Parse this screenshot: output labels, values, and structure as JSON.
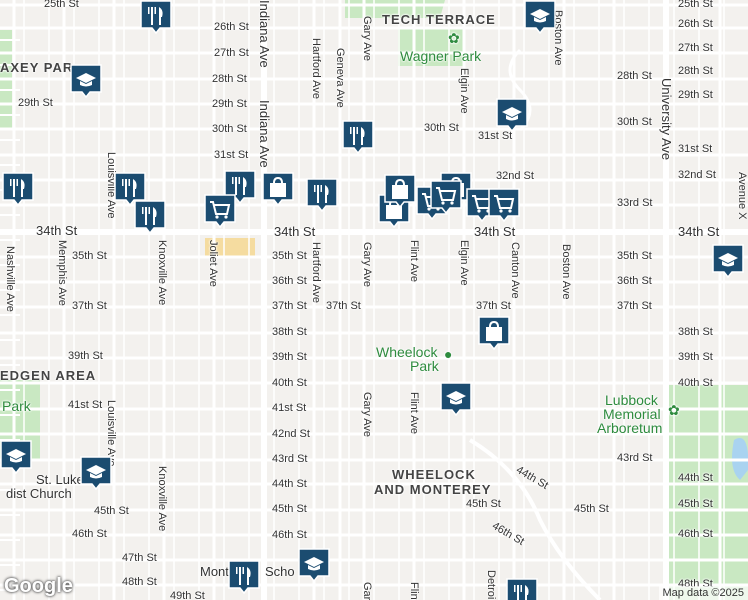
{
  "streets_h": [
    {
      "key": "s25w",
      "text": "25th St"
    },
    {
      "key": "s25e",
      "text": "25th St"
    },
    {
      "key": "s26w",
      "text": "26th St"
    },
    {
      "key": "s26e",
      "text": "26th St"
    },
    {
      "key": "s27w",
      "text": "27th St"
    },
    {
      "key": "s27e",
      "text": "27th St"
    },
    {
      "key": "s28w",
      "text": "28th St"
    },
    {
      "key": "s28c",
      "text": "28th St"
    },
    {
      "key": "s28e",
      "text": "28th St"
    },
    {
      "key": "s29a",
      "text": "29th St"
    },
    {
      "key": "s29w",
      "text": "29th St"
    },
    {
      "key": "s29e",
      "text": "29th St"
    },
    {
      "key": "s30w",
      "text": "30th St"
    },
    {
      "key": "s30c",
      "text": "30th St"
    },
    {
      "key": "s30e",
      "text": "30th St"
    },
    {
      "key": "s31w",
      "text": "31st St"
    },
    {
      "key": "s31c",
      "text": "31st St"
    },
    {
      "key": "s31e",
      "text": "31st St"
    },
    {
      "key": "s32c",
      "text": "32nd St"
    },
    {
      "key": "s32e",
      "text": "32nd St"
    },
    {
      "key": "s33e",
      "text": "33rd St"
    },
    {
      "key": "s34a",
      "text": "34th St"
    },
    {
      "key": "s34b",
      "text": "34th St"
    },
    {
      "key": "s34c",
      "text": "34th St"
    },
    {
      "key": "s34d",
      "text": "34th St"
    },
    {
      "key": "s35a",
      "text": "35th St"
    },
    {
      "key": "s35b",
      "text": "35th St"
    },
    {
      "key": "s35c",
      "text": "35th St"
    },
    {
      "key": "s36b",
      "text": "36th St"
    },
    {
      "key": "s36c",
      "text": "36th St"
    },
    {
      "key": "s37a",
      "text": "37th St"
    },
    {
      "key": "s37b",
      "text": "37th St"
    },
    {
      "key": "s37m",
      "text": "37th St"
    },
    {
      "key": "s37n",
      "text": "37th St"
    },
    {
      "key": "s37c",
      "text": "37th St"
    },
    {
      "key": "s38b",
      "text": "38th St"
    },
    {
      "key": "s38c",
      "text": "38th St"
    },
    {
      "key": "s39a",
      "text": "39th St"
    },
    {
      "key": "s39b",
      "text": "39th St"
    },
    {
      "key": "s39c",
      "text": "39th St"
    },
    {
      "key": "s40b",
      "text": "40th St"
    },
    {
      "key": "s40c",
      "text": "40th St"
    },
    {
      "key": "s41a",
      "text": "41st St"
    },
    {
      "key": "s41b",
      "text": "41st St"
    },
    {
      "key": "s42b",
      "text": "42nd St"
    },
    {
      "key": "s43b",
      "text": "43rd St"
    },
    {
      "key": "s43c",
      "text": "43rd St"
    },
    {
      "key": "s44b",
      "text": "44th St"
    },
    {
      "key": "s44m",
      "text": "44th St"
    },
    {
      "key": "s44c",
      "text": "44th St"
    },
    {
      "key": "s45a",
      "text": "45th St"
    },
    {
      "key": "s45b",
      "text": "45th St"
    },
    {
      "key": "s45m",
      "text": "45th St"
    },
    {
      "key": "s45n",
      "text": "45th St"
    },
    {
      "key": "s45c",
      "text": "45th St"
    },
    {
      "key": "s46a",
      "text": "46th St"
    },
    {
      "key": "s46b",
      "text": "46th St"
    },
    {
      "key": "s46m",
      "text": "46th St"
    },
    {
      "key": "s46c",
      "text": "46th St"
    },
    {
      "key": "s47a",
      "text": "47th St"
    },
    {
      "key": "s48a",
      "text": "48th St"
    },
    {
      "key": "s48c",
      "text": "48th St"
    },
    {
      "key": "s49a",
      "text": "49th St"
    }
  ],
  "streets_v": [
    {
      "key": "indiana1",
      "text": "Indiana Ave"
    },
    {
      "key": "indiana2",
      "text": "Indiana Ave"
    },
    {
      "key": "hartford1",
      "text": "Hartford Ave"
    },
    {
      "key": "hartford2",
      "text": "Hartford Ave"
    },
    {
      "key": "geneva",
      "text": "Geneva Ave"
    },
    {
      "key": "gary1",
      "text": "Gary Ave"
    },
    {
      "key": "gary2",
      "text": "Gary Ave"
    },
    {
      "key": "gary3",
      "text": "Gary Ave"
    },
    {
      "key": "gary4",
      "text": "Gar"
    },
    {
      "key": "flint1",
      "text": "Flint Ave"
    },
    {
      "key": "flint2",
      "text": "Flint Ave"
    },
    {
      "key": "flint3",
      "text": "Flint"
    },
    {
      "key": "elgin1",
      "text": "Elgin Ave"
    },
    {
      "key": "elgin2",
      "text": "Elgin Ave"
    },
    {
      "key": "canton",
      "text": "Canton Ave"
    },
    {
      "key": "boston1",
      "text": "Boston Ave"
    },
    {
      "key": "boston2",
      "text": "Boston Ave"
    },
    {
      "key": "university",
      "text": "University Ave"
    },
    {
      "key": "avex",
      "text": "Avenue X"
    },
    {
      "key": "louis1",
      "text": "Louisville Ave"
    },
    {
      "key": "louis2",
      "text": "Louisville Ave"
    },
    {
      "key": "knox1",
      "text": "Knoxville Ave"
    },
    {
      "key": "knox2",
      "text": "Knoxville Ave"
    },
    {
      "key": "memphis",
      "text": "Memphis Ave"
    },
    {
      "key": "nashville",
      "text": "Nashville Ave"
    },
    {
      "key": "joliet",
      "text": "Joliet Ave"
    },
    {
      "key": "detroit",
      "text": "Detroi"
    }
  ],
  "areas": {
    "tech_terrace": "TECH TERRACE",
    "maxey_park": "AXEY PAR",
    "edgen_area": "EDGEN AREA",
    "wheelock_1": "WHEELOCK",
    "wheelock_2": "AND MONTEREY"
  },
  "parks": {
    "wagner": "Wagner Park",
    "wheelock_1": "Wheelock",
    "wheelock_2": "Park",
    "memorial_1": "Lubbock",
    "memorial_2": "Memorial",
    "memorial_3": "Arboretum",
    "left_park": "Park"
  },
  "places": {
    "st_lukes_1": "St. Luke's",
    "st_lukes_2": "dist Church",
    "monterey_school": "Monterey",
    "monterey_school_2": "Scho"
  },
  "map_attribution": "Map data ©2025",
  "google_logo": "Google",
  "colors": {
    "background": "#f3f1ee",
    "road": "#ffffff",
    "major_road": "#ffffff",
    "park": "#c9e8c2",
    "water": "#a9d3f0",
    "pin_fill": "#1b4c70",
    "pin_border": "#ffffff",
    "highlight": "#f5dca0"
  },
  "markers": [
    {
      "icon": "graduation-cap-icon",
      "cat": "school"
    },
    {
      "icon": "graduation-cap-icon",
      "cat": "school"
    },
    {
      "icon": "graduation-cap-icon",
      "cat": "school"
    },
    {
      "icon": "graduation-cap-icon",
      "cat": "school"
    },
    {
      "icon": "graduation-cap-icon",
      "cat": "school"
    },
    {
      "icon": "graduation-cap-icon",
      "cat": "school"
    },
    {
      "icon": "graduation-cap-icon",
      "cat": "school"
    },
    {
      "icon": "graduation-cap-icon",
      "cat": "school"
    },
    {
      "icon": "fork-knife-icon",
      "cat": "restaurant"
    },
    {
      "icon": "fork-knife-icon",
      "cat": "restaurant"
    },
    {
      "icon": "fork-knife-icon",
      "cat": "restaurant"
    },
    {
      "icon": "fork-knife-icon",
      "cat": "restaurant"
    },
    {
      "icon": "fork-knife-icon",
      "cat": "restaurant"
    },
    {
      "icon": "fork-knife-icon",
      "cat": "restaurant"
    },
    {
      "icon": "fork-knife-icon",
      "cat": "restaurant"
    },
    {
      "icon": "fork-knife-icon",
      "cat": "restaurant"
    },
    {
      "icon": "fork-knife-icon",
      "cat": "restaurant"
    },
    {
      "icon": "shopping-bag-icon",
      "cat": "store"
    },
    {
      "icon": "shopping-bag-icon",
      "cat": "store"
    },
    {
      "icon": "shopping-bag-icon",
      "cat": "store"
    },
    {
      "icon": "shopping-bag-icon",
      "cat": "store"
    },
    {
      "icon": "shopping-bag-icon",
      "cat": "store"
    },
    {
      "icon": "shopping-cart-icon",
      "cat": "grocery"
    },
    {
      "icon": "shopping-cart-icon",
      "cat": "grocery"
    },
    {
      "icon": "shopping-cart-icon",
      "cat": "grocery"
    },
    {
      "icon": "shopping-cart-icon",
      "cat": "grocery"
    },
    {
      "icon": "shopping-cart-icon",
      "cat": "grocery"
    }
  ]
}
